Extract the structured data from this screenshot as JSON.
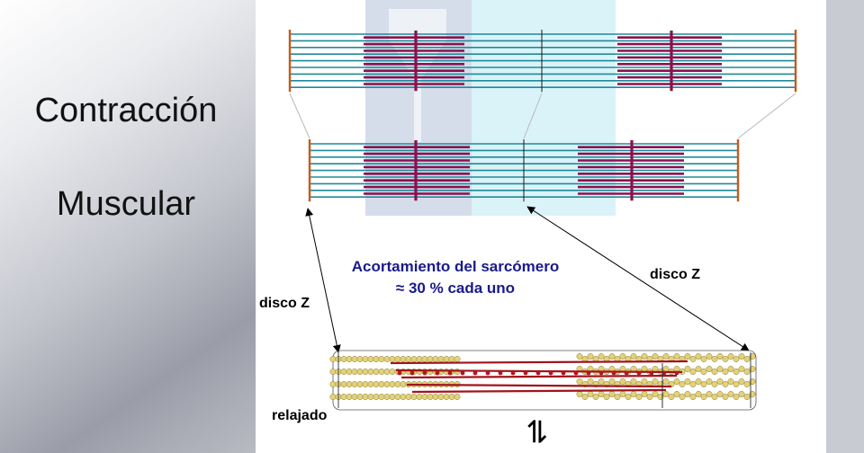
{
  "title": {
    "line1": "Contracción",
    "line2": "Muscular"
  },
  "annotations": {
    "shortening_line1": "Acortamiento del sarcómero",
    "shortening_line2": "≈ 30 % cada uno",
    "z_disc_left": "disco Z",
    "z_disc_right": "disco Z",
    "relaxed": "relajado",
    "equilibrium_symbol": "⇌"
  },
  "colors": {
    "actin": "#1e8a9a",
    "myosin": "#8a1050",
    "z_disc": "#c85a1a",
    "label_blue": "#1a1a8c",
    "shade_gray": "#c7d1e4",
    "shade_cyan": "#d6f2f8"
  }
}
